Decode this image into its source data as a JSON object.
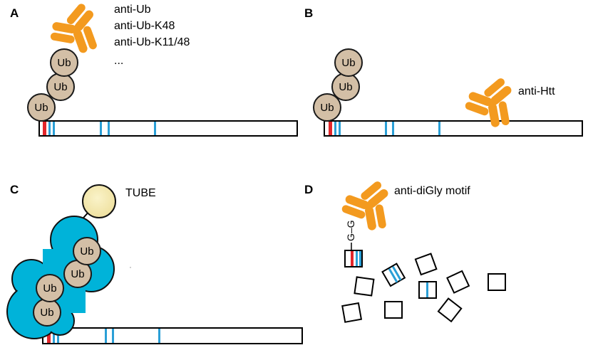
{
  "panels": {
    "A": {
      "letter": "A",
      "antibody_labels": [
        "anti-Ub",
        "anti-Ub-K48",
        "anti-Ub-K11/48",
        "..."
      ],
      "ub_labels": [
        "Ub",
        "Ub",
        "Ub"
      ]
    },
    "B": {
      "letter": "B",
      "antibody_label": "anti-Htt",
      "ub_labels": [
        "Ub",
        "Ub",
        "Ub"
      ]
    },
    "C": {
      "letter": "C",
      "tube_label": "TUBE",
      "ub_labels": [
        "Ub",
        "Ub",
        "Ub",
        "Ub"
      ]
    },
    "D": {
      "letter": "D",
      "antibody_label": "anti-diGly motif",
      "diglycine_label": "G–G"
    }
  },
  "colors": {
    "antibody": "#f39a1f",
    "ubiquitin": "#d3bfa6",
    "tube_body": "#00b3d9",
    "tube_head": "#f3e6a8",
    "lysine_modified": "#e3262b",
    "lysine": "#2a9fd6"
  }
}
